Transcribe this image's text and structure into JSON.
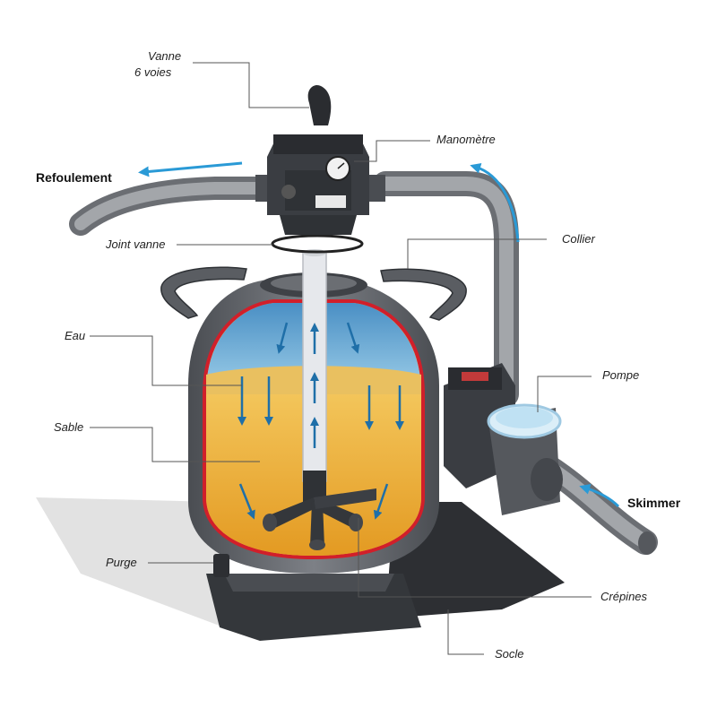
{
  "labels": {
    "vanne_line1": "Vanne",
    "vanne_line2": "6 voies",
    "manometre": "Manomètre",
    "refoulement": "Refoulement",
    "joint_vanne": "Joint vanne",
    "collier": "Collier",
    "eau": "Eau",
    "pompe": "Pompe",
    "sable": "Sable",
    "skimmer": "Skimmer",
    "purge": "Purge",
    "crepines": "Crépines",
    "socle": "Socle"
  },
  "colors": {
    "flow_arrow": "#2a9ad6",
    "tank_red_outline": "#d11f2a",
    "sand": "#e9a92a",
    "water": "#6fb6de",
    "body_grey": "#6b6e73",
    "pipe_grey": "#8a8d91"
  },
  "icons": {
    "flow": "flow-arrow-icon",
    "gauge": "pressure-gauge-icon"
  }
}
